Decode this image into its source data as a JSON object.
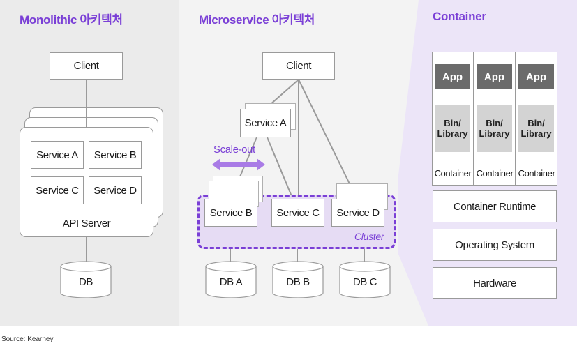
{
  "monolithic": {
    "title": "Monolithic 아키텍처",
    "client": "Client",
    "services": [
      "Service A",
      "Service B",
      "Service C",
      "Service D"
    ],
    "server": "API Server",
    "db": "DB"
  },
  "microservice": {
    "title": "Microservice 아키텍처",
    "client": "Client",
    "service_a": "Service A",
    "scale_out": "Scale-out",
    "services": [
      "Service B",
      "Service C",
      "Service D"
    ],
    "cluster": "Cluster",
    "dbs": [
      "DB A",
      "DB B",
      "DB C"
    ]
  },
  "container": {
    "title": "Container",
    "columns": [
      {
        "app": "App",
        "bin": "Bin/\nLibrary",
        "label": "Container"
      },
      {
        "app": "App",
        "bin": "Bin/\nLibrary",
        "label": "Container"
      },
      {
        "app": "App",
        "bin": "Bin/\nLibrary",
        "label": "Container"
      }
    ],
    "layers": [
      "Container Runtime",
      "Operating System",
      "Hardware"
    ]
  },
  "source": "Source: Kearney",
  "colors": {
    "accent": "#7a3fd6",
    "lavender": "#ece5f8",
    "cluster_fill": "#e6dcf4",
    "arrow": "#a97be6"
  }
}
